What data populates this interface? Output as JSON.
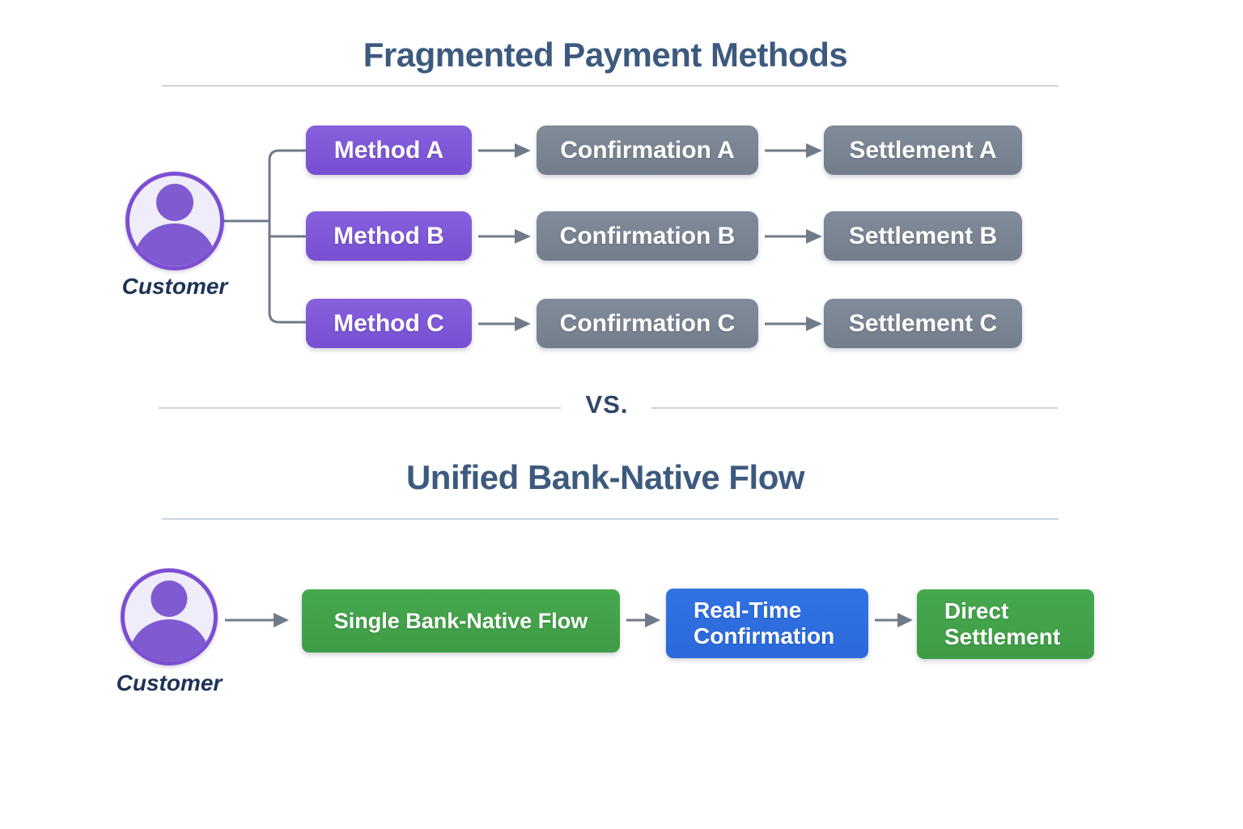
{
  "palette": {
    "title": "#3d5a7e",
    "purple": "#7d57d8",
    "gray": "#7b8492",
    "green": "#42a24b",
    "blue": "#2e6fe0",
    "arrow": "#707a89",
    "divider": "#ccd3dd",
    "avatar_ring": "#7c4fd2",
    "avatar_fill": "#efedfa",
    "avatar_person": "#7f5ad0",
    "label_text": "#1e3356"
  },
  "fragmented": {
    "title": "Fragmented Payment Methods",
    "customer": {
      "label": "Customer",
      "icon": "person-icon"
    },
    "rows": [
      {
        "method": "Method A",
        "confirmation": "Confirmation A",
        "settlement": "Settlement A"
      },
      {
        "method": "Method B",
        "confirmation": "Confirmation B",
        "settlement": "Settlement B"
      },
      {
        "method": "Method C",
        "confirmation": "Confirmation C",
        "settlement": "Settlement C"
      }
    ]
  },
  "divider": {
    "label": "VS."
  },
  "unified": {
    "title": "Unified Bank-Native Flow",
    "customer": {
      "label": "Customer",
      "icon": "person-icon"
    },
    "steps": [
      {
        "label": "Single Bank-Native Flow",
        "style": "green"
      },
      {
        "line1": "Real-Time",
        "line2": "Confirmation",
        "style": "blue"
      },
      {
        "line1": "Direct",
        "line2": "Settlement",
        "style": "green"
      }
    ]
  }
}
